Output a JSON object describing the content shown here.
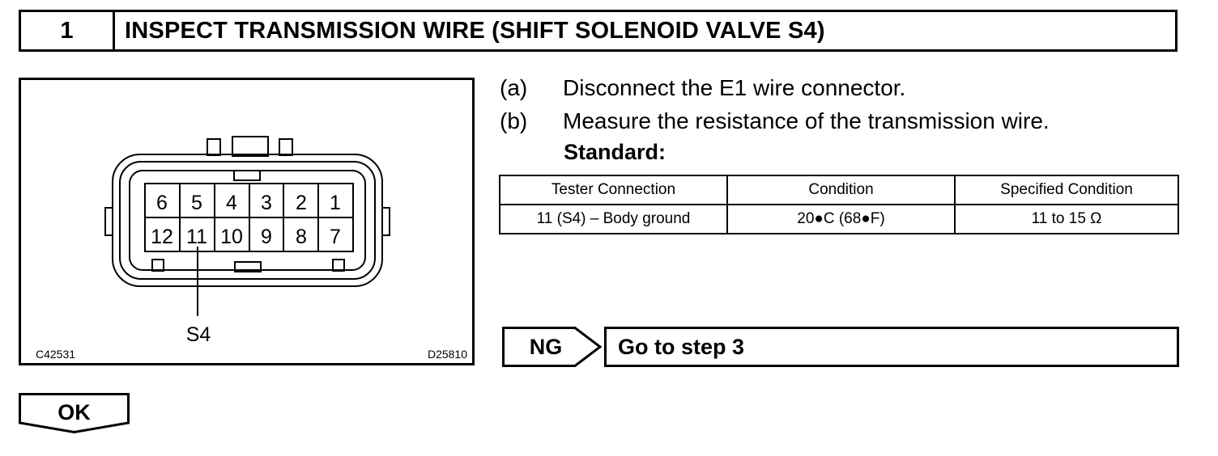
{
  "step": {
    "number": "1",
    "title": "INSPECT TRANSMISSION WIRE (SHIFT SOLENOID VALVE S4)"
  },
  "figure": {
    "pins_top": [
      "6",
      "5",
      "4",
      "3",
      "2",
      "1"
    ],
    "pins_bottom": [
      "12",
      "11",
      "10",
      "9",
      "8",
      "7"
    ],
    "callout": "S4",
    "code_left": "C42531",
    "code_right": "D25810"
  },
  "instructions": [
    {
      "label": "(a)",
      "text": "Disconnect the E1 wire connector."
    },
    {
      "label": "(b)",
      "text": "Measure the resistance of the transmission wire."
    }
  ],
  "standard_label": "Standard:",
  "spec_table": {
    "headers": [
      "Tester Connection",
      "Condition",
      "Specified Condition"
    ],
    "rows": [
      [
        "11 (S4) – Body ground",
        "20●C (68●F)",
        "11 to 15 Ω"
      ]
    ]
  },
  "ng": {
    "label": "NG",
    "action": "Go to step 3"
  },
  "ok": {
    "label": "OK"
  }
}
